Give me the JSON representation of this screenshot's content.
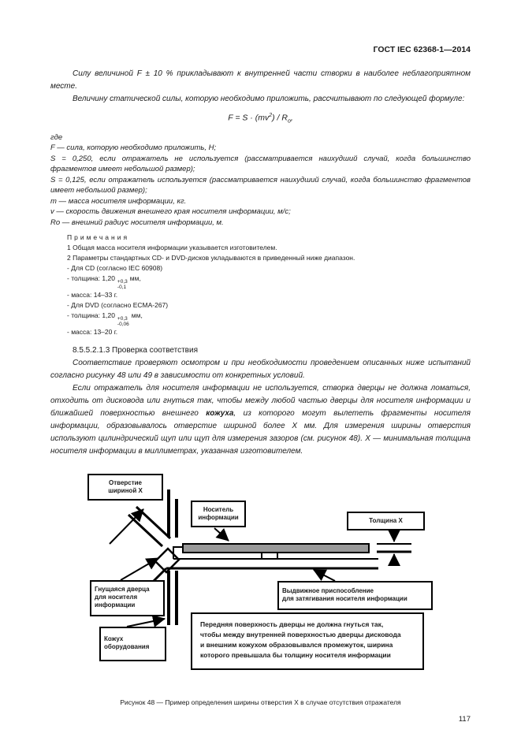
{
  "page": {
    "header": "ГОСТ IEC 62368-1—2014",
    "page_number": "117"
  },
  "intro": {
    "para1": "Силу величиной F ± 10 % прикладывают к внутренней части створки в наиболее неблагоприятном месте.",
    "para2": "Величину статической силы, которую необходимо приложить, рассчитывают по следующей формуле:"
  },
  "formula": {
    "p1": "F = S · (mv",
    "sup": "2",
    "p2": ") / R",
    "sub": "о",
    "p3": ","
  },
  "defs": {
    "items": [
      "где",
      "F — сила, которую необходимо приложить, Н;",
      "S = 0,250, если отражатель не используется (рассматривается наихудший случай, когда большинство фрагментов имеет небольшой размер);",
      "S = 0,125, если отражатель используется (рассматривается наихудший случай, когда большинство фрагментов имеет небольшой размер);",
      "m — масса носителя информации, кг.",
      "v — скорость движения внешнего края носителя информации, м/с;",
      "Ro — внешний радиус носителя информации, м."
    ]
  },
  "notes": {
    "title": "Примечания",
    "note1": "1 Общая масса носителя информации указывается изготовителем.",
    "note2": "2 Параметры стандартных CD- и DVD-дисков укладываются в приведенный ниже диапазон.",
    "cd_header": "- Для CD (согласно IEC 60908)",
    "cd_thickness_pre": "- толщина: 1,20",
    "cd_tol_plus": "+0,3",
    "cd_tol_minus": "-0,1",
    "cd_thickness_post": "мм,",
    "cd_mass": "- масса: 14–33 г.",
    "dvd_header": "- Для DVD (согласно ECMA-267)",
    "dvd_thickness_pre": "- толщина: 1,20",
    "dvd_tol_plus": "+0,3",
    "dvd_tol_minus": "-0,06",
    "dvd_thickness_post": "мм,",
    "dvd_mass": "- масса: 13–20 г."
  },
  "section": {
    "heading": "8.5.5.2.1.3 Проверка соответствия",
    "para1": "Соответствие проверяют осмотром и при необходимости проведением описанных ниже испытаний согласно рисунку 48 или 49 в зависимости от конкретных условий.",
    "para2_pre": "Если отражатель для носителя информации не используется, створка дверцы не должна ломаться, отходить от дисковода или гнуться так, чтобы между любой частью дверцы для носителя информации и ближайшей поверхностью внешнего ",
    "para2_bold": "кожуха",
    "para2_post": ", из которого могут вылететь фрагменты носителя информации, образовывалось отверстие шириной более X мм. Для измерения ширины отверстия используют цилиндрический щуп или щуп для измерения зазоров (см. рисунок 48). X — минимальная толщина носителя информации в миллиметрах, указанная изготовителем."
  },
  "figure": {
    "disc_color": "#999999",
    "labels": {
      "opening": [
        "Отверстие",
        "шириной X"
      ],
      "media": [
        "Носитель",
        "информации"
      ],
      "thickness": "Толщина X",
      "door": [
        "Гнущаяся дверца",
        "для носителя",
        "информации"
      ],
      "enclosure": [
        "Кожух",
        "оборудования"
      ],
      "tray": [
        "Выдвижное приспособление",
        "для затягивания носителя информации"
      ],
      "warning": [
        "Передняя поверхность дверцы не должна гнуться так,",
        "чтобы между внутренней поверхностью дверцы дисковода",
        "и внешним кожухом образовывался промежуток, ширина",
        "которого превышала бы толщину носителя информации"
      ]
    },
    "caption": "Рисунок 48 — Пример определения ширины отверстия X в случае отсутствия отражателя"
  }
}
